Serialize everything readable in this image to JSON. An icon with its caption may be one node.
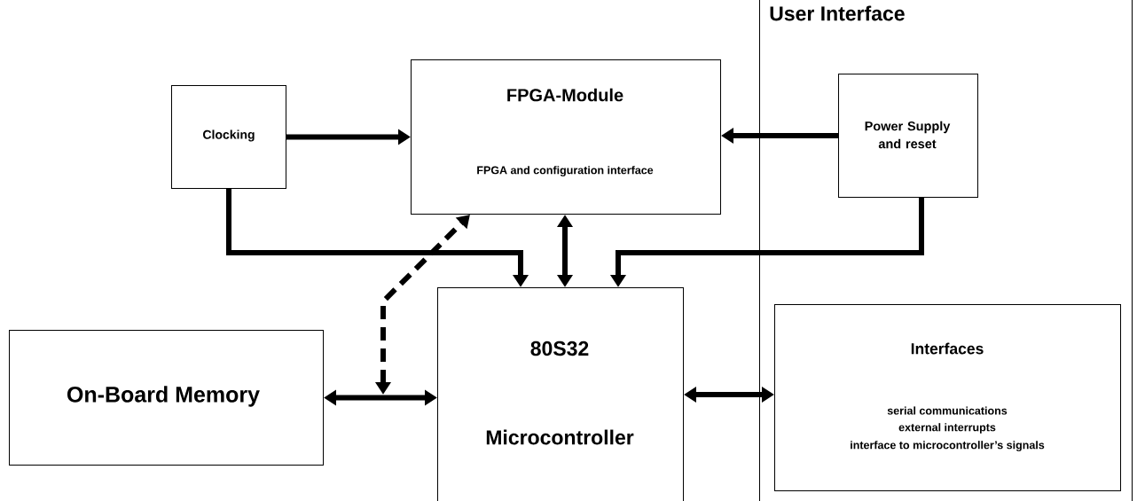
{
  "diagram": {
    "nodes": [
      {
        "text": [
          "User Interface"
        ]
      },
      {
        "text": [
          "Clocking"
        ]
      },
      {
        "text": [
          "FPGA-Module",
          "FPGA and configuration interface"
        ]
      },
      {
        "text": [
          "Power Supply and reset"
        ],
        "in": 0
      },
      {
        "text": [
          "On-Board Memory"
        ]
      },
      {
        "text": [
          "80S32",
          "Microcontroller"
        ]
      },
      {
        "text": [
          "Interfaces",
          "serial communications",
          "external interrupts",
          "interface to microcontroller’s signals"
        ],
        "in": 0
      }
    ],
    "edges": [
      {
        "from": 1,
        "to": 2,
        "arrow": "to"
      },
      {
        "from": 3,
        "to": 2,
        "arrow": "to"
      },
      {
        "from": 1,
        "to": 5,
        "arrow": "to"
      },
      {
        "from": 2,
        "to": 5,
        "arrow": "both"
      },
      {
        "from": 3,
        "to": 5,
        "arrow": "to"
      },
      {
        "from": 4,
        "to": 5,
        "arrow": "both"
      },
      {
        "from": null,
        "to": 2,
        "arrow": "both",
        "style": "dashed"
      },
      {
        "from": 5,
        "to": 6,
        "arrow": "both"
      }
    ]
  }
}
